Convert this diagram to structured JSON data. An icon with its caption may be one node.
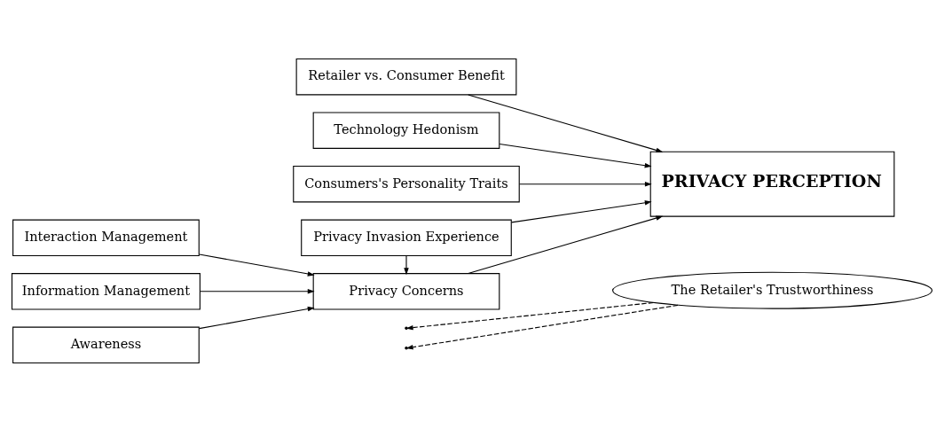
{
  "diagram": {
    "nodes": [
      {
        "text": [
          "The Retailer's Trustworthiness"
        ]
      },
      {
        "text": [
          "Retailer vs. Consumer Benefit"
        ]
      },
      {
        "text": [
          "Technology Hedonism"
        ]
      },
      {
        "text": [
          "Consumers's Personality Traits"
        ]
      },
      {
        "text": [
          "Interaction Management"
        ]
      },
      {
        "text": [
          "Information Management"
        ]
      },
      {
        "text": [
          "Awareness"
        ]
      },
      {
        "text": [
          "Privacy Concerns"
        ]
      },
      {
        "text": [
          "Privacy Invasion Experience"
        ]
      },
      {
        "text": [
          "PRIVACY PERCEPTION"
        ]
      }
    ],
    "edges": [
      {
        "from": 1,
        "to": 9,
        "arrow": "to"
      },
      {
        "from": 2,
        "to": 9,
        "arrow": "to"
      },
      {
        "from": 3,
        "to": 9,
        "arrow": "to"
      },
      {
        "from": 7,
        "to": 9,
        "arrow": "to"
      },
      {
        "from": 8,
        "to": 9,
        "arrow": "to"
      },
      {
        "from": 4,
        "to": 7,
        "arrow": "to"
      },
      {
        "from": 5,
        "to": 7,
        "arrow": "to"
      },
      {
        "from": 6,
        "to": 7,
        "arrow": "to"
      },
      {
        "from": 8,
        "to": 7,
        "arrow": "to"
      },
      {
        "from": 0,
        "to": null,
        "arrow": "to",
        "style": "dashed"
      },
      {
        "from": 0,
        "to": null,
        "arrow": "to",
        "style": "dashed"
      }
    ]
  }
}
